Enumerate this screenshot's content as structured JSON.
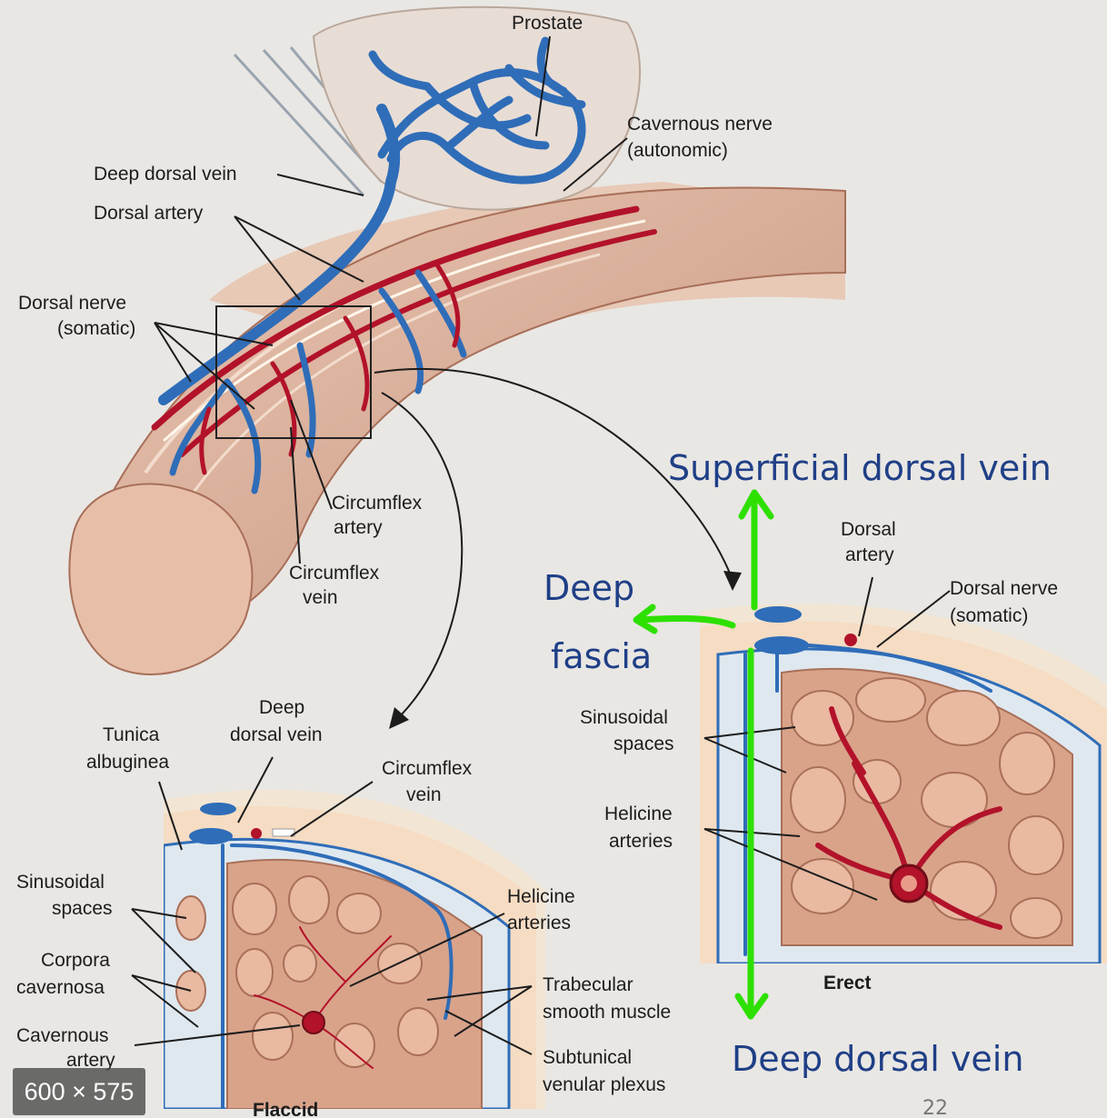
{
  "labels": {
    "prostate": "Prostate",
    "cavernous_nerve_1": "Cavernous nerve",
    "cavernous_nerve_2": "(autonomic)",
    "deep_dorsal_vein": "Deep dorsal vein",
    "dorsal_artery": "Dorsal artery",
    "dorsal_nerve_1": "Dorsal nerve",
    "dorsal_nerve_2": "(somatic)",
    "circumflex_artery_1": "Circumflex",
    "circumflex_artery_2": "artery",
    "circumflex_vein_1": "Circumflex",
    "circumflex_vein_2": "vein"
  },
  "flaccid": {
    "deep_1": "Deep",
    "deep_2": "dorsal vein",
    "tunica_1": "Tunica",
    "tunica_2": "albuginea",
    "circumflex_1": "Circumflex",
    "circumflex_2": "vein",
    "sinusoidal_1": "Sinusoidal",
    "sinusoidal_2": "spaces",
    "helicine_1": "Helicine",
    "helicine_2": "arteries",
    "corpora_1": "Corpora",
    "corpora_2": "cavernosa",
    "trabecular_1": "Trabecular",
    "trabecular_2": "smooth muscle",
    "cav_artery_1": "Cavernous",
    "cav_artery_2": "artery",
    "subtunical_1": "Subtunical",
    "subtunical_2": "venular plexus",
    "caption": "Flaccid"
  },
  "erect": {
    "dorsal_artery_1": "Dorsal",
    "dorsal_artery_2": "artery",
    "dorsal_nerve_1": "Dorsal nerve",
    "dorsal_nerve_2": "(somatic)",
    "sinusoidal_1": "Sinusoidal",
    "sinusoidal_2": "spaces",
    "helicine_1": "Helicine",
    "helicine_2": "arteries",
    "caption": "Erect"
  },
  "annotations": {
    "superficial": "Superficial dorsal vein",
    "deep_fascia_1": "Deep",
    "deep_fascia_2": "fascia",
    "deep_dorsal_vein": "Deep dorsal vein"
  },
  "size_badge": "600 × 575",
  "page_number": "22",
  "colors": {
    "vein": "#2f6db8",
    "artery": "#b2122a",
    "annotation_arrow": "#2ee000",
    "annotation_text": "#1f3f86",
    "tissue": "#d9a38a"
  }
}
